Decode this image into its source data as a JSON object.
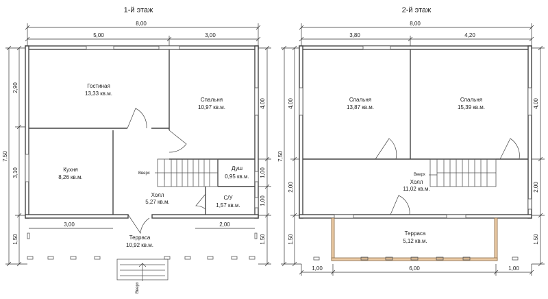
{
  "floor1": {
    "title": "1-й этаж",
    "dims": {
      "total_width": "8,00",
      "top_left": "5,00",
      "top_right": "3,00",
      "inner_left": "3,00",
      "inner_right": "2,00",
      "left_total": "7,50",
      "left_a": "2,90",
      "left_b": "3,10",
      "left_c": "1,50",
      "right_a": "4,00",
      "right_b": "1,00",
      "right_c": "1,00",
      "right_d": "1,50"
    },
    "rooms": {
      "living_name": "Гостиная",
      "living_area": "13,33 кв.м.",
      "bed_name": "Спальня",
      "bed_area": "10,97 кв.м.",
      "kitchen_name": "Кухня",
      "kitchen_area": "8,26 кв.м.",
      "hall_name": "Холл",
      "hall_area": "5,27 кв.м.",
      "shower_name": "Душ",
      "shower_area": "0,95 кв.м.",
      "wc_name": "С/У",
      "wc_area": "1,57 кв.м.",
      "terrace_name": "Терраса",
      "terrace_area": "10,92 кв.м."
    },
    "stairs_up": "Вверх",
    "entrance_up": "Вверх"
  },
  "floor2": {
    "title": "2-й этаж",
    "dims": {
      "total_width": "8,00",
      "top_left": "3,80",
      "top_right": "4,20",
      "left_a": "4,00",
      "left_total": "7,50",
      "left_b": "2,00",
      "left_c": "1,50",
      "right_a": "4,00",
      "right_b": "2,00",
      "right_c": "1,50",
      "bottom_left": "1,00",
      "bottom_mid": "6,00",
      "bottom_right": "1,00"
    },
    "rooms": {
      "bed1_name": "Спальня",
      "bed1_area": "13,87 кв.м.",
      "bed2_name": "Спальня",
      "bed2_area": "15,39 кв.м.",
      "hall_name": "Холл",
      "hall_area": "11,02 кв.м.",
      "terrace_name": "Терраса",
      "terrace_area": "5,12 кв.м."
    },
    "stairs_up": "Вверх"
  }
}
